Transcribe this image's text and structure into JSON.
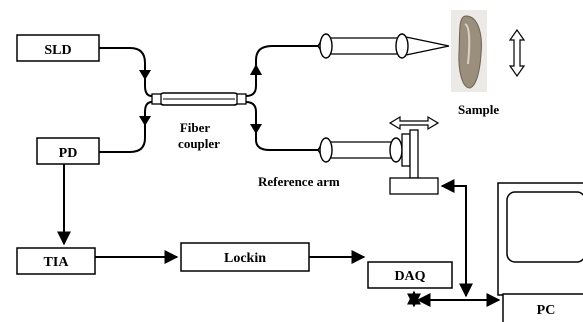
{
  "blocks": {
    "sld": "SLD",
    "pd": "PD",
    "tia": "TIA",
    "lockin": "Lockin",
    "daq": "DAQ",
    "pc": "PC"
  },
  "labels": {
    "fiber_coupler_line1": "Fiber",
    "fiber_coupler_line2": "coupler",
    "sample": "Sample",
    "reference_arm": "Reference arm"
  },
  "colors": {
    "line": "#000000",
    "background": "#ffffff",
    "sample_body": "#9a8f7d",
    "sample_shadow": "#6c6252"
  }
}
